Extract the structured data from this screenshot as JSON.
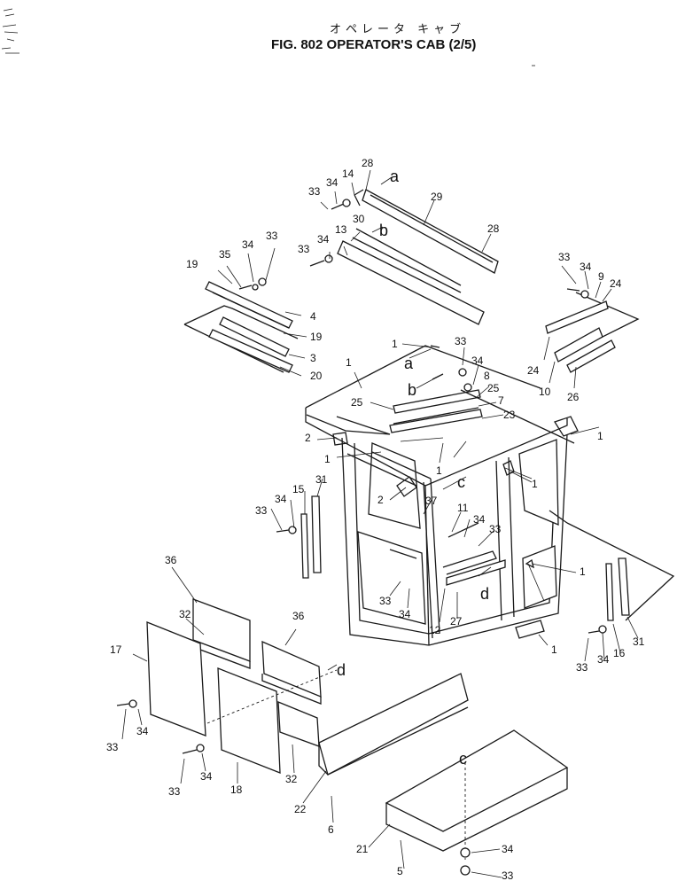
{
  "header": {
    "title_jp": "オペレータ キャブ",
    "title_en": "FIG. 802  OPERATOR'S CAB (2/5)"
  },
  "callouts": {
    "c1": "28",
    "c2": "a",
    "c3": "34",
    "c4": "14",
    "c5": "33",
    "c6": "29",
    "c7": "30",
    "c8": "b",
    "c9": "34",
    "c10": "13",
    "c11": "33",
    "c12": "28",
    "c13": "34",
    "c14": "33",
    "c15": "35",
    "c16": "19",
    "c17": "4",
    "c18": "19",
    "c19": "3",
    "c20": "20",
    "c21": "33",
    "c22": "34",
    "c23": "9",
    "c24": "24",
    "c25": "24",
    "c26": "10",
    "c27": "26",
    "c28": "1",
    "c29": "a",
    "c30": "33",
    "c31": "34",
    "c32": "b",
    "c33": "8",
    "c34": "25",
    "c35": "7",
    "c36": "25",
    "c37": "23",
    "c38": "1",
    "c39": "2",
    "c40": "1",
    "c41": "1",
    "c42": "1",
    "c43": "c",
    "c44": "1",
    "c45": "2",
    "c46": "37",
    "c47": "11",
    "c48": "34",
    "c49": "33",
    "c50": "15",
    "c51": "31",
    "c52": "34",
    "c53": "33",
    "c54": "1",
    "c55": "d",
    "c56": "33",
    "c57": "34",
    "c58": "12",
    "c59": "27",
    "c60": "1",
    "c61": "31",
    "c62": "16",
    "c63": "34",
    "c64": "33",
    "c65": "36",
    "c66": "32",
    "c67": "17",
    "c68": "36",
    "c69": "d",
    "c70": "33",
    "c71": "34",
    "c72": "33",
    "c73": "34",
    "c74": "18",
    "c75": "32",
    "c76": "22",
    "c77": "6",
    "c78": "c",
    "c79": "21",
    "c80": "5",
    "c81": "34",
    "c82": "33"
  }
}
